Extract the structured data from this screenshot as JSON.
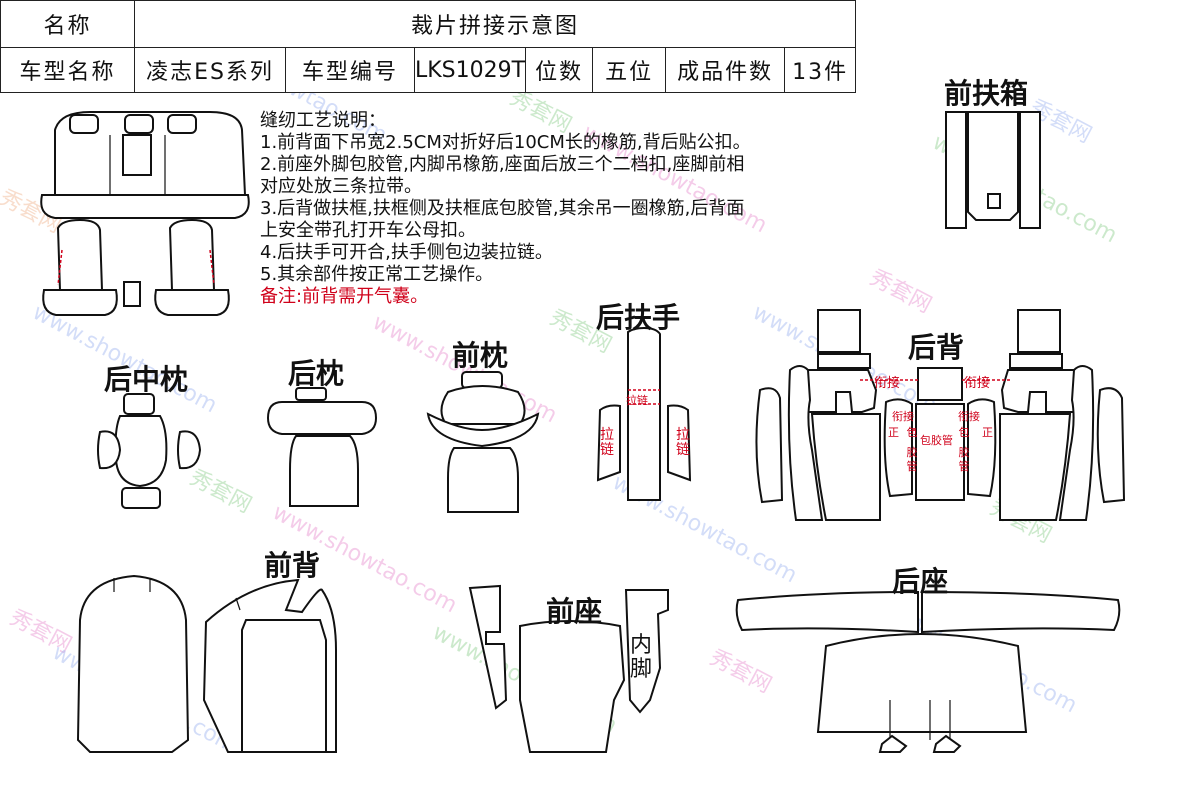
{
  "header": {
    "name_label": "名称",
    "diagram_title": "裁片拼接示意图",
    "model_name_label": "车型名称",
    "model_name_value": "凌志ES系列",
    "model_code_label": "车型编号",
    "model_code_value": "LKS1029T",
    "seats_label": "位数",
    "seats_value": "五位",
    "pieces_label": "成品件数",
    "pieces_value": "13件"
  },
  "notes": {
    "title": "缝纫工艺说明：",
    "lines": [
      "1.前背面下吊宽2.5CM对折好后10CM长的橡筋,背后贴公扣。",
      "2.前座外脚包胶管,内脚吊橡筋,座面后放三个二档扣,座脚前相",
      "对应处放三条拉带。",
      "3.后背做扶框,扶框侧及扶框底包胶管,其余吊一圈橡筋,后背面",
      "上安全带孔打开车公母扣。",
      "4.后扶手可开合,扶手侧包边装拉链。",
      "5.其余部件按正常工艺操作。"
    ],
    "remark": "备注:前背需开气囊。"
  },
  "parts": {
    "front_armrest_box": "前扶箱",
    "rear_middle_pillow": "后中枕",
    "rear_pillow": "后枕",
    "front_pillow": "前枕",
    "rear_armrest": "后扶手",
    "rear_back": "后背",
    "front_back": "前背",
    "front_seat": "前座",
    "rear_seat": "后座"
  },
  "annotations": {
    "inner_leg": "内脚",
    "zipper": "拉链",
    "join": "衔接",
    "join_small": "衔接",
    "open": "正",
    "wrap_pipe": "包胶管",
    "wrap": "包",
    "pipe_vertical": "胶管",
    "armrest_mark": "拉链"
  },
  "watermark": {
    "site_cn": "秀套网",
    "site_en": "www.showtao.com"
  },
  "colors": {
    "remark_red": "#d0021b",
    "watermark_colors": [
      "#e88fd0",
      "#8fd08f",
      "#9fb4f0",
      "#f0b48f"
    ]
  }
}
